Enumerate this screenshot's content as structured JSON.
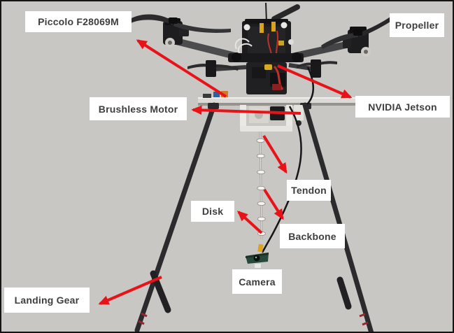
{
  "colors": {
    "background": "#c8c7c3",
    "frame_border": "#141414",
    "arrow": "#e81219",
    "label_background": "#ffffff",
    "label_text": "#3e3e3e"
  },
  "labels": {
    "piccolo": "Piccolo F28069M",
    "propeller": "Propeller",
    "brushless_motor": "Brushless Motor",
    "nvidia_jetson": "NVIDIA Jetson",
    "tendon": "Tendon",
    "backbone": "Backbone",
    "disk": "Disk",
    "camera": "Camera",
    "landing_gear": "Landing Gear"
  }
}
